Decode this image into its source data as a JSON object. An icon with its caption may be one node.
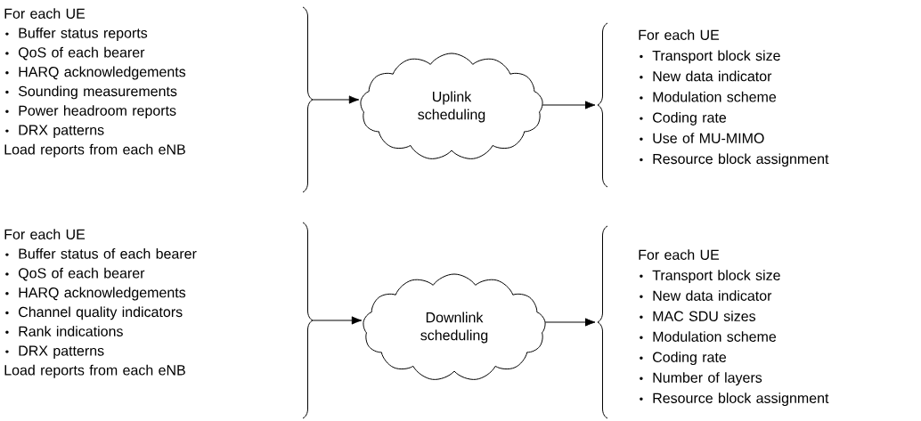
{
  "diagram": {
    "nodes": [
      {
        "text": [
          "For each UE",
          "Buffer status reports",
          "QoS of each bearer",
          "HARQ acknowledgements",
          "Sounding measurements",
          "Power headroom reports",
          "DRX patterns",
          "Load reports from each eNB"
        ]
      },
      {
        "text": [
          "Uplink scheduling"
        ]
      },
      {
        "text": [
          "For each UE",
          "Transport block size",
          "New data indicator",
          "Modulation scheme",
          "Coding rate",
          "Use of MU-MIMO",
          "Resource block assignment"
        ]
      },
      {
        "text": [
          "For each UE",
          "Buffer status of each bearer",
          "QoS of each bearer",
          "HARQ acknowledgements",
          "Channel quality indicators",
          "Rank indications",
          "DRX patterns",
          "Load reports from each eNB"
        ]
      },
      {
        "text": [
          "Downlink scheduling"
        ]
      },
      {
        "text": [
          "For each UE",
          "Transport block size",
          "New data indicator",
          "MAC SDU sizes",
          "Modulation scheme",
          "Coding rate",
          "Number of layers",
          "Resource block assignment"
        ]
      }
    ],
    "edges": [
      {
        "from": 0,
        "to": 1,
        "arrow": "to"
      },
      {
        "from": 1,
        "to": 2,
        "arrow": "to"
      },
      {
        "from": 3,
        "to": 4,
        "arrow": "to"
      },
      {
        "from": 4,
        "to": 5,
        "arrow": "to"
      }
    ]
  }
}
